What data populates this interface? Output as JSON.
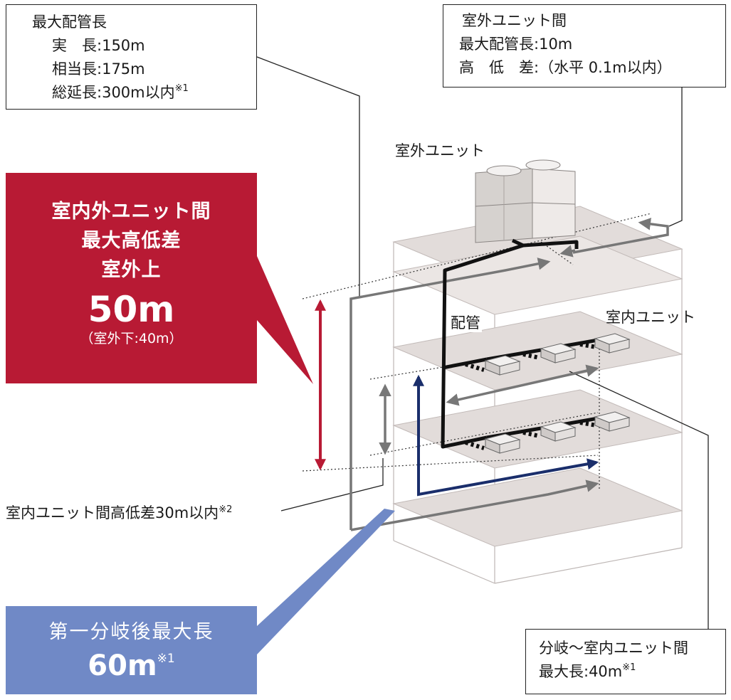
{
  "max_pipe_box": {
    "title": "最大配管長",
    "rows": [
      {
        "key": "実　長",
        "value": "150m",
        "note": ""
      },
      {
        "key": "相当長",
        "value": "175m",
        "note": ""
      },
      {
        "key": "総延長",
        "value": "300m以内",
        "note": "※1"
      }
    ]
  },
  "outdoor_between_box": {
    "title": "室外ユニット間",
    "rows": [
      {
        "key": "最大配管長",
        "value": "10m"
      },
      {
        "key": "高　低　差",
        "value": "（水平 0.1m以内）"
      }
    ]
  },
  "labels": {
    "outdoor_unit": "室外ユニット",
    "indoor_unit": "室内ユニット",
    "pipe": "配管",
    "indoor_height": "室内ユニット間高低差30m以内",
    "indoor_height_note": "※2"
  },
  "height_callout": {
    "line1": "室内外ユニット間",
    "line2": "最大高低差",
    "line3": "室外上",
    "value": "50m",
    "sub": "（室外下:40m）"
  },
  "first_branch_callout": {
    "line1": "第一分岐後最大長",
    "value": "60m",
    "note": "※1"
  },
  "branch_box": {
    "line1": "分岐～室内ユニット間",
    "line2": "最大長:40m",
    "note": "※1"
  },
  "colors": {
    "red": "#b81a34",
    "blue_callout": "#7089c6",
    "navy_arrow": "#1a2e6b",
    "gray_arrow": "#777777",
    "floor": "#e2dcda",
    "pipe": "#111111"
  }
}
